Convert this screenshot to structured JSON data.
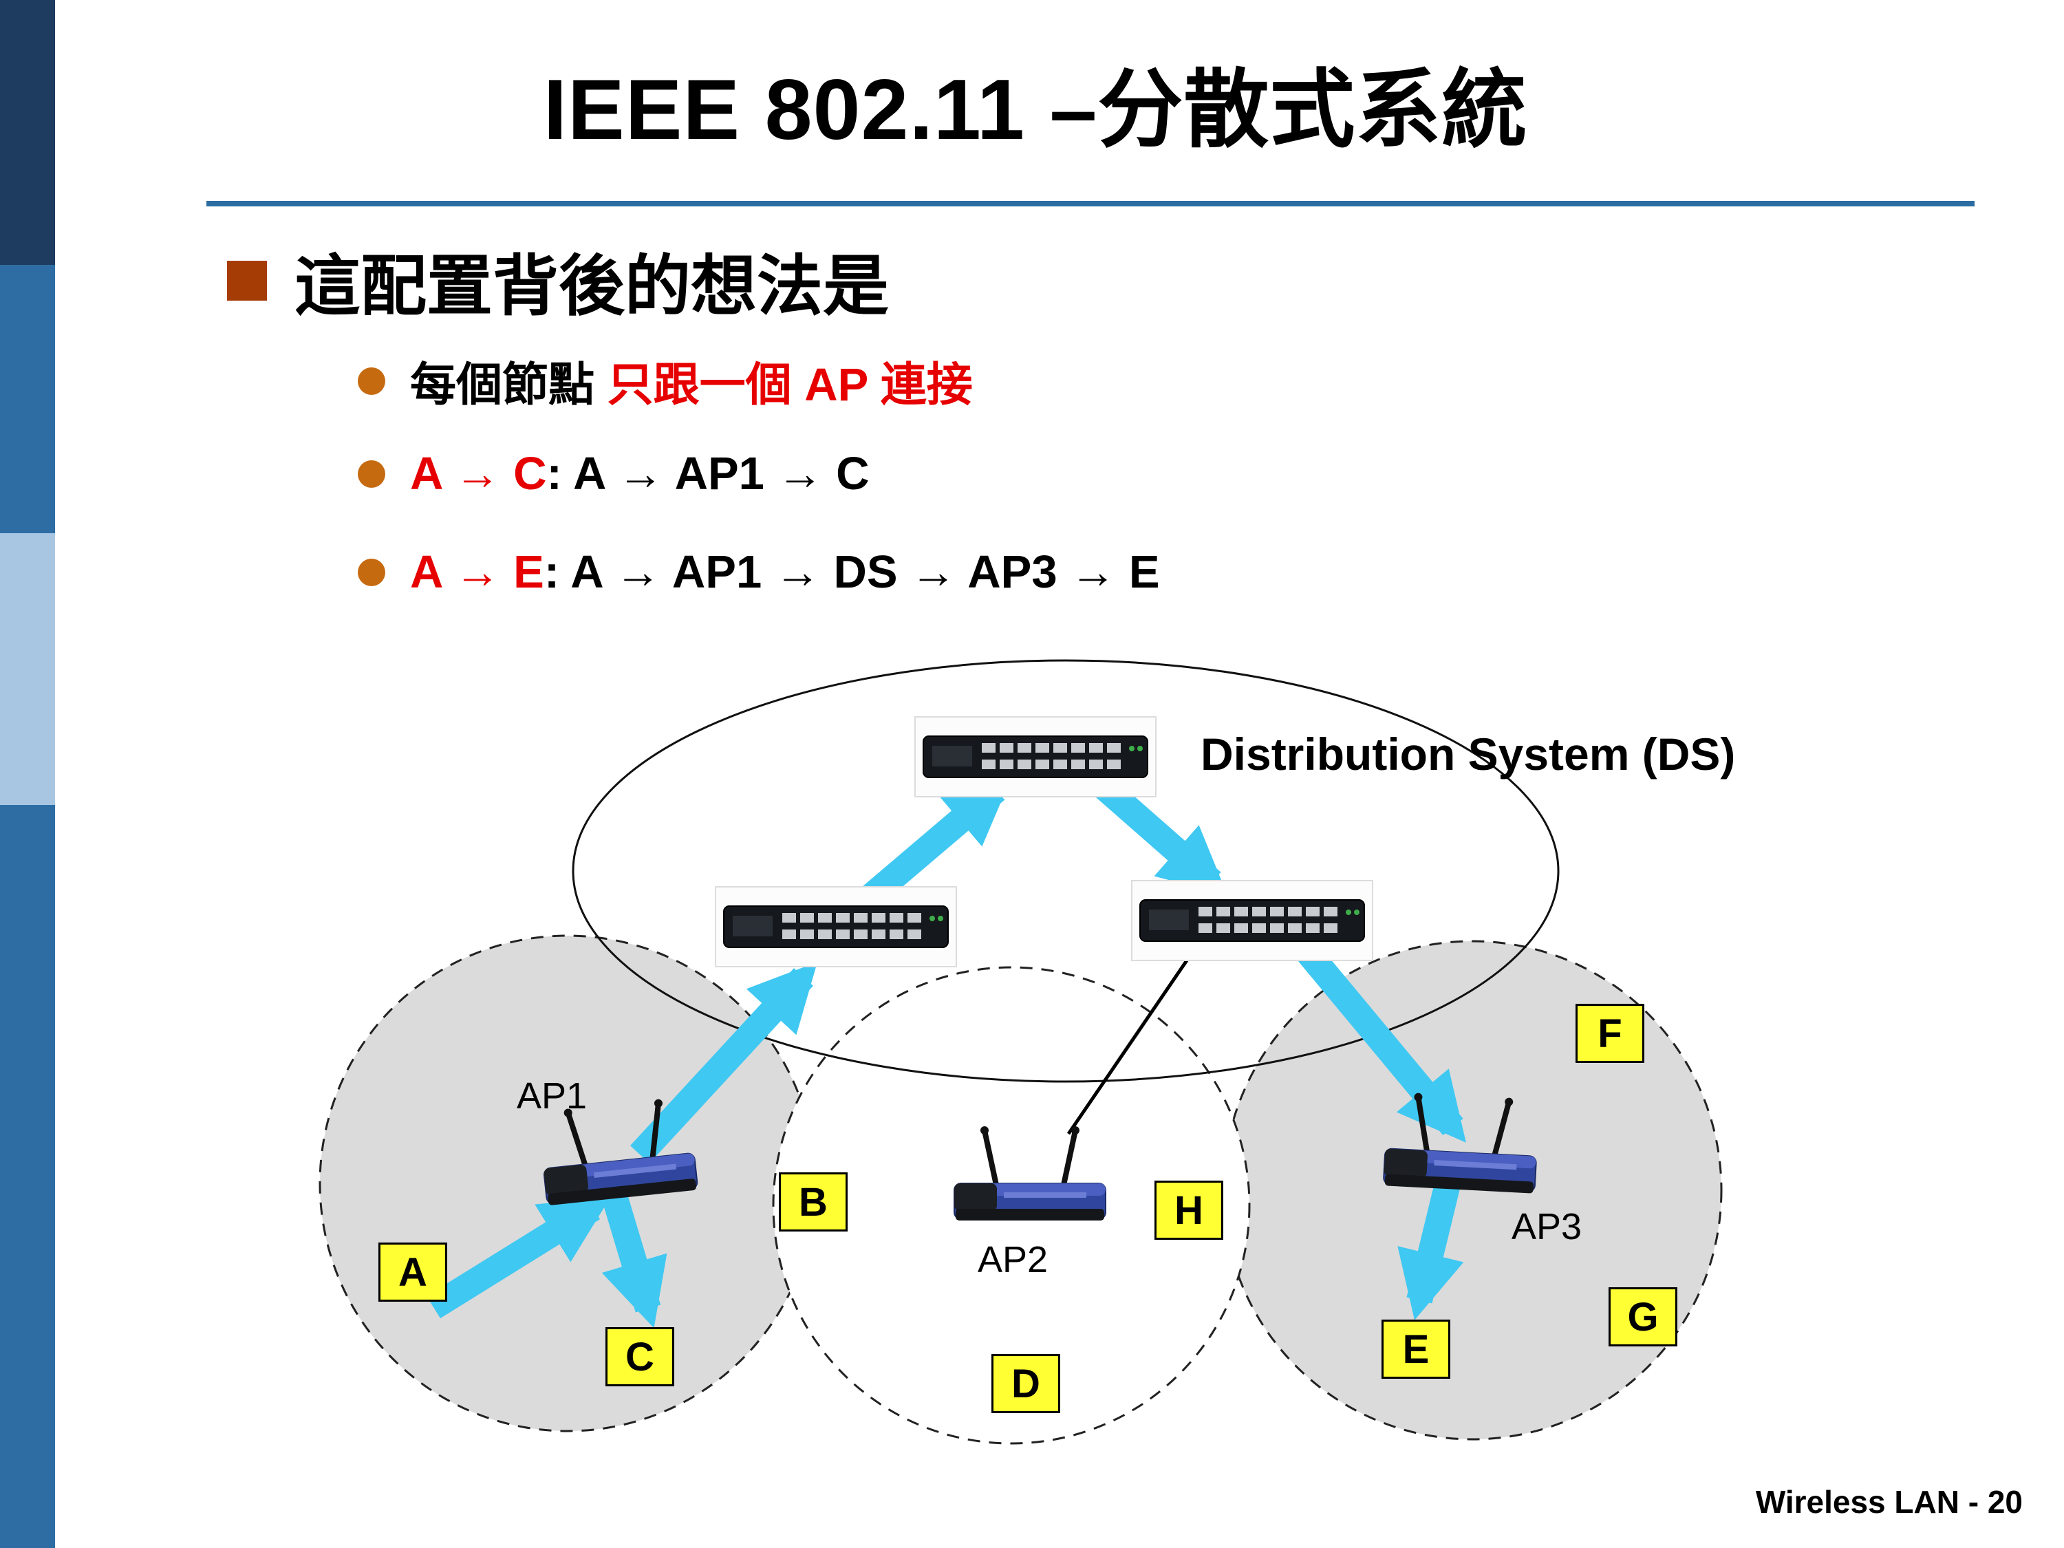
{
  "page": {
    "title": "IEEE 802.11 –分散式系統",
    "footer": "Wireless LAN - 20"
  },
  "content": {
    "heading": "這配置背後的想法是",
    "bullets": [
      {
        "parts": [
          {
            "text": "每個節點 "
          },
          {
            "text": "只跟一個 AP 連接"
          }
        ]
      },
      {
        "parts": [
          {
            "text": "A → C"
          },
          {
            "text": ": A → AP1 → C"
          }
        ]
      },
      {
        "parts": [
          {
            "text": "A → E"
          },
          {
            "text": ": A → AP1 → DS → AP3 → E"
          }
        ]
      }
    ]
  },
  "diagram": {
    "ds_label": "Distribution System (DS)",
    "ap_labels": {
      "ap1": "AP1",
      "ap2": "AP2",
      "ap3": "AP3"
    },
    "nodes": [
      {
        "label": "A"
      },
      {
        "label": "B"
      },
      {
        "label": "C"
      },
      {
        "label": "D"
      },
      {
        "label": "E"
      },
      {
        "label": "F"
      },
      {
        "label": "G"
      },
      {
        "label": "H"
      }
    ],
    "icons": {
      "switch": "network-switch-icon",
      "router": "wireless-ap-router-icon"
    }
  },
  "colors": {
    "accent_rule": "#2B6CA3",
    "bullet_square": "#A63C05",
    "bullet_dot": "#C66A10",
    "highlight_red": "#E60000",
    "arrow_cyan": "#3FC8F2",
    "node_yellow": "#FFFF33",
    "bss_gray": "#DBDBDB",
    "stripe_navy": "#1D3C5F",
    "stripe_blue": "#2E6DA4",
    "stripe_light": "#A8C6E2"
  }
}
